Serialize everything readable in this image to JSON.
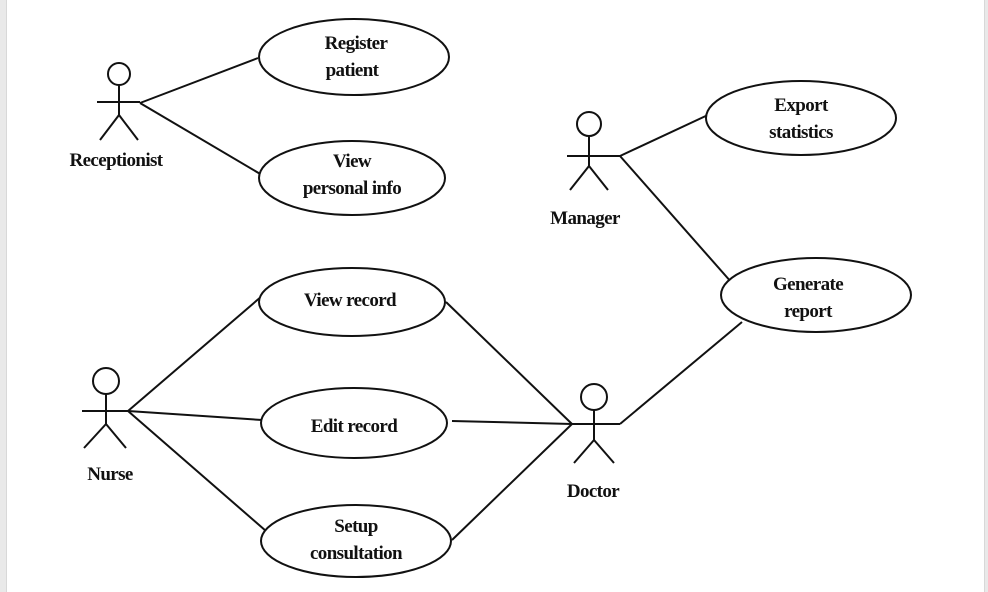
{
  "actors": [
    {
      "key": "receptionist",
      "label": "Receptionist"
    },
    {
      "key": "manager",
      "label": "Manager"
    },
    {
      "key": "nurse",
      "label": "Nurse"
    },
    {
      "key": "doctor",
      "label": "Doctor"
    }
  ],
  "use_cases": [
    {
      "key": "register",
      "lines": [
        "Register",
        "patient"
      ]
    },
    {
      "key": "view-personal",
      "lines": [
        "View",
        "personal info"
      ]
    },
    {
      "key": "export",
      "lines": [
        "Export",
        "statistics"
      ]
    },
    {
      "key": "generate",
      "lines": [
        "Generate",
        "report"
      ]
    },
    {
      "key": "view-record",
      "lines": [
        "View record"
      ]
    },
    {
      "key": "edit-record",
      "lines": [
        "Edit record"
      ]
    },
    {
      "key": "setup",
      "lines": [
        "Setup",
        "consultation"
      ]
    }
  ]
}
